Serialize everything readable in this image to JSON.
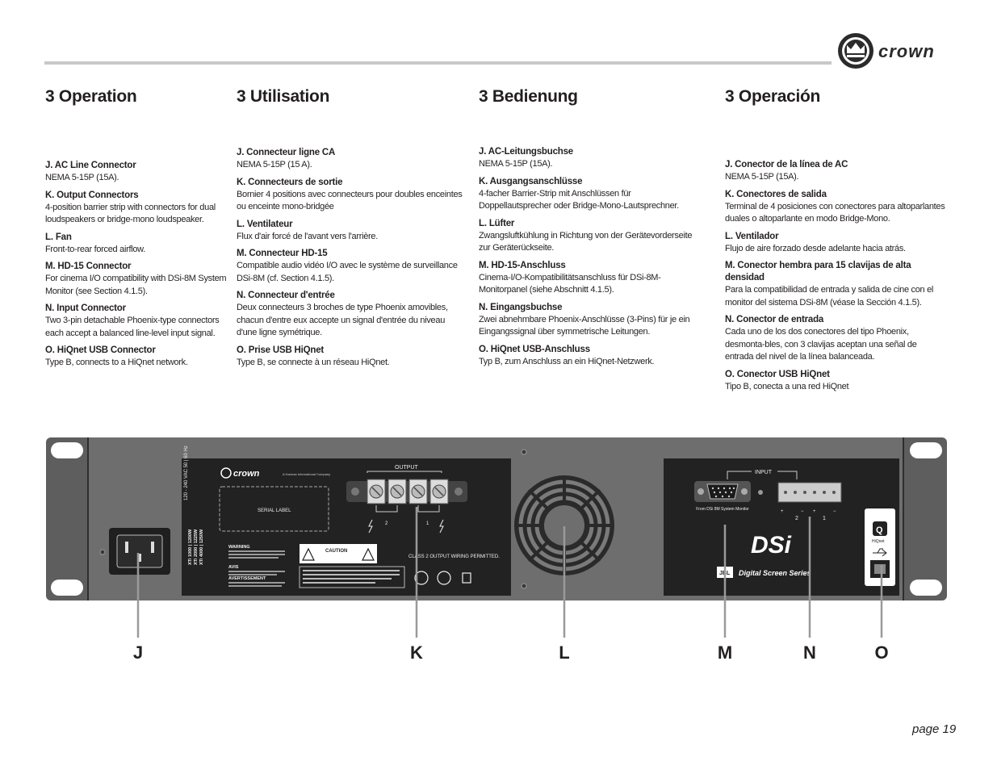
{
  "brand": "crown",
  "page_label": "page 19",
  "columns": [
    {
      "heading": "3 Operation",
      "entries": [
        {
          "title": "J. AC Line Connector",
          "desc": "NEMA 5-15P (15A)."
        },
        {
          "title": "K. Output Connectors",
          "desc": "4-position barrier strip with connectors for dual loudspeakers or bridge-mono loudspeaker."
        },
        {
          "title": "L. Fan",
          "desc": "Front-to-rear forced airflow."
        },
        {
          "title": "M. HD-15 Connector",
          "desc": "For cinema I/O compatibility with DSi-8M System Monitor (see Section 4.1.5)."
        },
        {
          "title": "N. Input Connector",
          "desc": "Two 3-pin detachable Phoenix-type connectors each accept a balanced line-level input signal."
        },
        {
          "title": "O. HiQnet USB Connector",
          "desc": "Type B, connects to a HiQnet network."
        }
      ]
    },
    {
      "heading": "3 Utilisation",
      "entries": [
        {
          "title": "J. Connecteur ligne CA",
          "desc": "NEMA 5-15P (15 A)."
        },
        {
          "title": "K. Connecteurs de sortie",
          "desc": "Bornier 4 positions avec connecteurs pour doubles enceintes ou enceinte mono-bridgée"
        },
        {
          "title": "L. Ventilateur",
          "desc": "Flux d'air forcé de l'avant vers l'arrière."
        },
        {
          "title": "M. Connecteur HD-15",
          "desc": "Compatible audio vidéo I/O avec le système de surveillance DSi-8M (cf. Section 4.1.5)."
        },
        {
          "title": "N. Connecteur d'entrée",
          "desc": "Deux connecteurs 3 broches de type Phoenix amovibles, chacun d'entre eux accepte un signal d'entrée du niveau d'une ligne symétrique."
        },
        {
          "title": "O. Prise USB HiQnet",
          "desc": "Type B, se connecte à un réseau HiQnet."
        }
      ]
    },
    {
      "heading": "3 Bedienung",
      "entries": [
        {
          "title": "J. AC-Leitungsbuchse",
          "desc": "NEMA 5-15P (15A)."
        },
        {
          "title": "K. Ausgangsanschlüsse",
          "desc": "4-facher Barrier-Strip mit Anschlüssen für Doppellautsprecher oder Bridge-Mono-Lautsprechner."
        },
        {
          "title": "L. Lüfter",
          "desc": "Zwangsluftkühlung in Richtung von der Gerätevorderseite zur Geräterückseite."
        },
        {
          "title": "M. HD-15-Anschluss",
          "desc": "Cinema-I/O-Kompatibilitätsanschluss für DSi-8M-Monitorpanel (siehe Abschnitt 4.1.5)."
        },
        {
          "title": "N. Eingangsbuchse",
          "desc": "Zwei abnehmbare Phoenix-Anschlüsse (3-Pins) für je ein Eingangssignal über symmetrische Leitungen."
        },
        {
          "title": "O. HiQnet USB-Anschluss",
          "desc": "Typ B, zum Anschluss an ein HiQnet-Netzwerk."
        }
      ]
    },
    {
      "heading": "3  Operación",
      "entries": [
        {
          "title": "J. Conector de la línea de AC",
          "desc": "NEMA 5-15P (15A)."
        },
        {
          "title": "K. Conectores de salida",
          "desc": "Terminal de 4 posiciones con conectores para altoparlantes duales o altoparlante en modo Bridge-Mono."
        },
        {
          "title": "L. Ventilador",
          "desc": "Flujo de aire forzado desde adelante hacia atrás."
        },
        {
          "title": "M. Conector hembra para 15 clavijas de alta densidad",
          "desc": "Para la compatibilidad de entrada y salida de cine con el monitor del sistema DSi-8M (véase la Sección 4.1.5)."
        },
        {
          "title": "N. Conector de entrada",
          "desc": "Cada uno de los dos conectores del tipo Phoenix, desmonta-bles, con 3 clavijas aceptan una señal de entrada del nivel de la línea balanceada."
        },
        {
          "title": "O. Conector USB HiQnet",
          "desc": "Tipo B, conecta a una red HiQnet"
        }
      ]
    }
  ],
  "device": {
    "output_label": "OUTPUT",
    "input_label": "INPUT",
    "serial_label": "SERIAL LABEL",
    "voltage": "120 - 240 VAC 50 | 60 Hz",
    "models": [
      "XTi 1000 | 1200W",
      "XTi 2000 | 1225W",
      "XTi 4000 | 1250W"
    ],
    "class2": "CLASS 2 OUTPUT WIRING PERMITTED.",
    "from_dsi": "From DSi 8M System Monitor",
    "dsi_logo": "DSi",
    "series": "Digital Screen Series",
    "jbl": "JBL",
    "caution": "CAUTION",
    "warning": "WARNING",
    "avis": "AVIS",
    "avertissement": "AVERTISSEMENT",
    "brand_sub": "A Harman International Company",
    "hiqnet": "HiQnet",
    "ch2": "2",
    "ch1": "1"
  },
  "callouts": [
    "J",
    "K",
    "L",
    "M",
    "N",
    "O"
  ]
}
